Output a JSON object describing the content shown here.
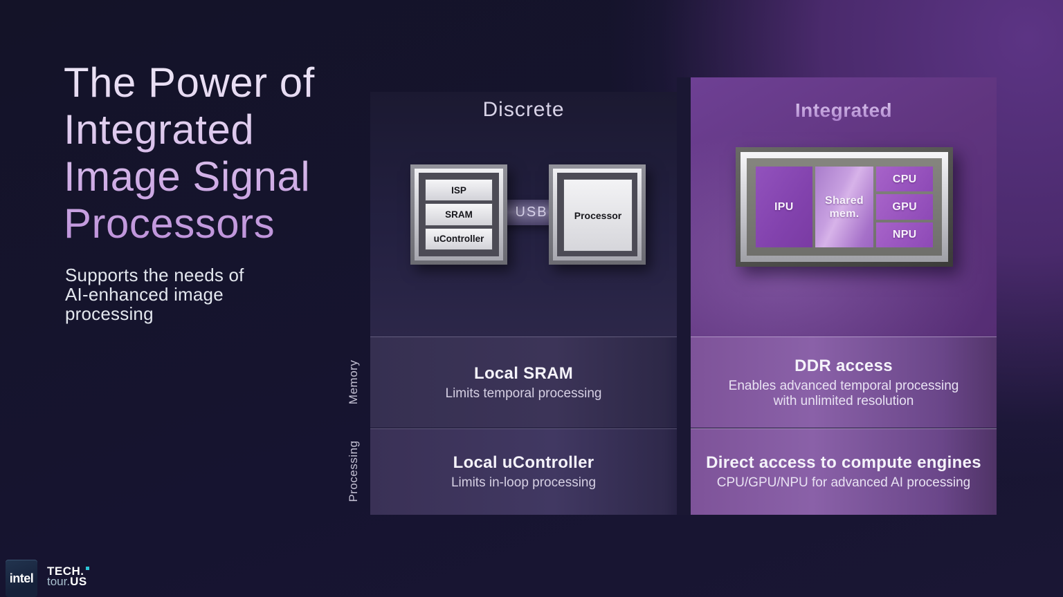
{
  "slide": {
    "title_lines": [
      "The Power of",
      "Integrated",
      "Image Signal",
      "Processors"
    ],
    "subtitle_lines": [
      "Supports the needs of",
      "AI-enhanced image",
      "processing"
    ]
  },
  "comparison": {
    "row_labels": {
      "memory": "Memory",
      "processing": "Processing"
    },
    "discrete": {
      "heading": "Discrete",
      "diagram": {
        "isp_chip_blocks": [
          "ISP",
          "SRAM",
          "uController"
        ],
        "connector_label": "USB",
        "processor_label": "Processor"
      },
      "memory": {
        "title": "Local SRAM",
        "subtitle": "Limits temporal processing"
      },
      "processing": {
        "title": "Local uController",
        "subtitle": "Limits in-loop processing"
      }
    },
    "integrated": {
      "heading": "Integrated",
      "diagram": {
        "ipu": "IPU",
        "shared_mem_lines": [
          "Shared",
          "mem."
        ],
        "compute_blocks": [
          "CPU",
          "GPU",
          "NPU"
        ]
      },
      "memory": {
        "title": "DDR access",
        "subtitle_lines": [
          "Enables advanced temporal processing",
          "with unlimited resolution"
        ]
      },
      "processing": {
        "title": "Direct access to compute engines",
        "subtitle": "CPU/GPU/NPU for advanced AI processing"
      }
    }
  },
  "footer": {
    "intel_logo": "intel",
    "tech_line1": "TECH.",
    "tour_light": "tour.",
    "tour_bold": "US"
  },
  "colors": {
    "background_navy": "#15142b",
    "background_purple": "#4e2c70",
    "integrated_panel": "#60357f",
    "integrated_row": "#8a61a8",
    "title_gradient_top": "#ece6f6",
    "title_gradient_bottom": "#bc90d9",
    "chip_silver": "#f1f1f4",
    "die_purple": "#8242ad",
    "teal_accent": "#2cc6d8"
  }
}
